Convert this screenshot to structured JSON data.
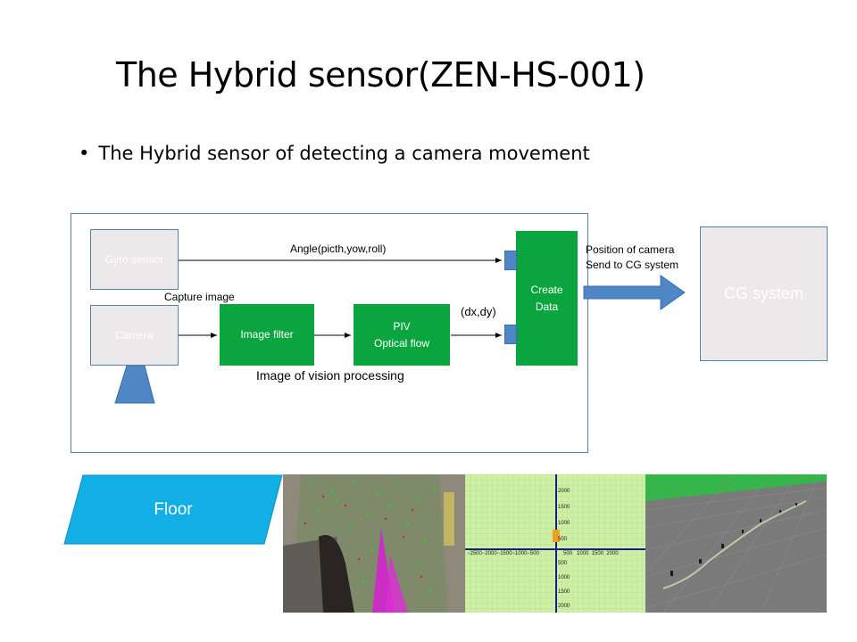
{
  "slide": {
    "title": "The Hybrid sensor(ZEN-HS-001)",
    "bullet_dot": "•",
    "bullet": "The Hybrid sensor of detecting a camera movement"
  },
  "diagram": {
    "gyro_sensor": "Gyro sensor",
    "camera": "Camera",
    "image_filter": "Image filter",
    "piv_line1": "PIV",
    "piv_line2": "Optical flow",
    "create_line1": "Create",
    "create_line2": "Data",
    "angle_label": "Angle(picth,yow,roll)",
    "capture_label": "Capture image",
    "dxdy_label": "(dx,dy)",
    "vision_label": "Image of vision processing",
    "position_line1": "Position of camera",
    "position_line2": "Send to CG system",
    "cg_system": "CG system"
  },
  "floor": {
    "label": "Floor",
    "color": "#12aee6"
  },
  "chart_plot": {
    "y_ticks": [
      "2000",
      "1500",
      "1000",
      "500",
      "500",
      "1000",
      "1500",
      "2000"
    ],
    "x_ticks_left": "−2500−2000−1500−1000−500",
    "x_ticks_right": "500   1000  1500  2000"
  },
  "colors": {
    "green_box": "#0aa53e",
    "port_blue": "#4f86c6",
    "arrow_blue": "#4f86c6",
    "frame_border": "#5a7fa8"
  }
}
